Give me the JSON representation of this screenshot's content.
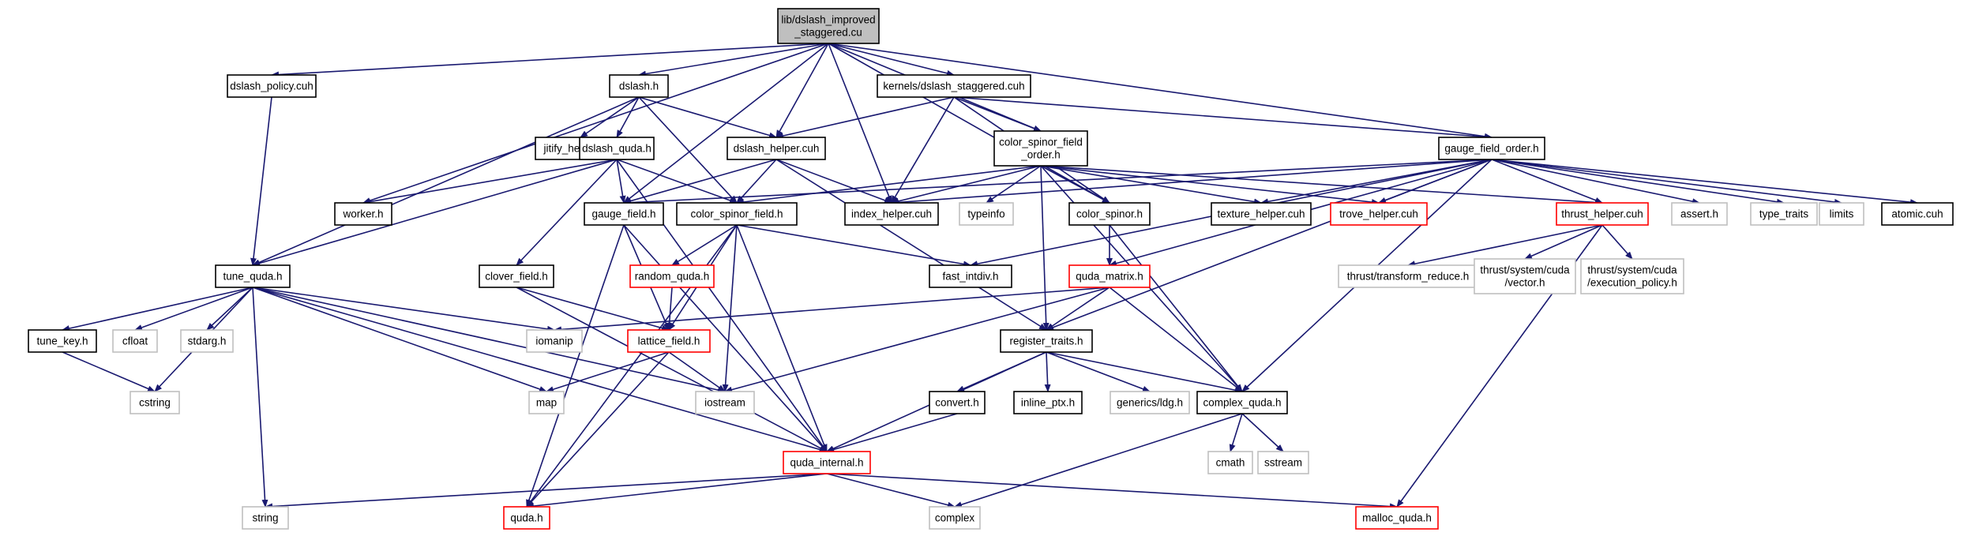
{
  "graph_title": "lib/dslash_improved_staggered.cu",
  "colors": {
    "edge": "#191970",
    "root_fill": "#bfbfbf",
    "node_fill": "#ffffff",
    "normal_border": "#000000",
    "truncated_border": "#ff0000",
    "system_border": "#bfbfbf"
  },
  "nodes": [
    {
      "id": "root",
      "label": [
        "lib/dslash_improved",
        "_staggered.cu"
      ],
      "kind": "root"
    },
    {
      "id": "dslash_policy",
      "label": [
        "dslash_policy.cuh"
      ],
      "kind": "normal"
    },
    {
      "id": "dslash_h",
      "label": [
        "dslash.h"
      ],
      "kind": "normal"
    },
    {
      "id": "kernels_dslash_staggered",
      "label": [
        "kernels/dslash_staggered.cuh"
      ],
      "kind": "normal"
    },
    {
      "id": "color_spinor_field_order",
      "label": [
        "color_spinor_field",
        "_order.h"
      ],
      "kind": "normal"
    },
    {
      "id": "gauge_field_order",
      "label": [
        "gauge_field_order.h"
      ],
      "kind": "normal"
    },
    {
      "id": "jitify_helper",
      "label": [
        "jitify_helper.cuh"
      ],
      "kind": "normal"
    },
    {
      "id": "dslash_quda",
      "label": [
        "dslash_quda.h"
      ],
      "kind": "normal"
    },
    {
      "id": "dslash_helper",
      "label": [
        "dslash_helper.cuh"
      ],
      "kind": "normal"
    },
    {
      "id": "worker",
      "label": [
        "worker.h"
      ],
      "kind": "normal"
    },
    {
      "id": "gauge_field",
      "label": [
        "gauge_field.h"
      ],
      "kind": "normal"
    },
    {
      "id": "color_spinor_field",
      "label": [
        "color_spinor_field.h"
      ],
      "kind": "normal"
    },
    {
      "id": "index_helper",
      "label": [
        "index_helper.cuh"
      ],
      "kind": "normal"
    },
    {
      "id": "typeinfo",
      "label": [
        "typeinfo"
      ],
      "kind": "system"
    },
    {
      "id": "color_spinor",
      "label": [
        "color_spinor.h"
      ],
      "kind": "normal"
    },
    {
      "id": "texture_helper",
      "label": [
        "texture_helper.cuh"
      ],
      "kind": "normal"
    },
    {
      "id": "trove_helper",
      "label": [
        "trove_helper.cuh"
      ],
      "kind": "truncated"
    },
    {
      "id": "thrust_helper",
      "label": [
        "thrust_helper.cuh"
      ],
      "kind": "truncated"
    },
    {
      "id": "assert_h",
      "label": [
        "assert.h"
      ],
      "kind": "system"
    },
    {
      "id": "type_traits",
      "label": [
        "type_traits"
      ],
      "kind": "system"
    },
    {
      "id": "limits",
      "label": [
        "limits"
      ],
      "kind": "system"
    },
    {
      "id": "atomic",
      "label": [
        "atomic.cuh"
      ],
      "kind": "normal"
    },
    {
      "id": "tune_quda",
      "label": [
        "tune_quda.h"
      ],
      "kind": "normal"
    },
    {
      "id": "clover_field",
      "label": [
        "clover_field.h"
      ],
      "kind": "normal"
    },
    {
      "id": "random_quda",
      "label": [
        "random_quda.h"
      ],
      "kind": "truncated"
    },
    {
      "id": "fast_intdiv",
      "label": [
        "fast_intdiv.h"
      ],
      "kind": "normal"
    },
    {
      "id": "quda_matrix",
      "label": [
        "quda_matrix.h"
      ],
      "kind": "truncated"
    },
    {
      "id": "thrust_transform_reduce",
      "label": [
        "thrust/transform_reduce.h"
      ],
      "kind": "system"
    },
    {
      "id": "thrust_vector",
      "label": [
        "thrust/system/cuda",
        "/vector.h"
      ],
      "kind": "system"
    },
    {
      "id": "thrust_execution_policy",
      "label": [
        "thrust/system/cuda",
        "/execution_policy.h"
      ],
      "kind": "system"
    },
    {
      "id": "tune_key",
      "label": [
        "tune_key.h"
      ],
      "kind": "normal"
    },
    {
      "id": "cfloat",
      "label": [
        "cfloat"
      ],
      "kind": "system"
    },
    {
      "id": "stdarg",
      "label": [
        "stdarg.h"
      ],
      "kind": "system"
    },
    {
      "id": "iomanip",
      "label": [
        "iomanip"
      ],
      "kind": "system"
    },
    {
      "id": "lattice_field",
      "label": [
        "lattice_field.h"
      ],
      "kind": "truncated"
    },
    {
      "id": "register_traits",
      "label": [
        "register_traits.h"
      ],
      "kind": "normal"
    },
    {
      "id": "cstring",
      "label": [
        "cstring"
      ],
      "kind": "system"
    },
    {
      "id": "map",
      "label": [
        "map"
      ],
      "kind": "system"
    },
    {
      "id": "iostream",
      "label": [
        "iostream"
      ],
      "kind": "system"
    },
    {
      "id": "convert",
      "label": [
        "convert.h"
      ],
      "kind": "normal"
    },
    {
      "id": "inline_ptx",
      "label": [
        "inline_ptx.h"
      ],
      "kind": "normal"
    },
    {
      "id": "generics_ldg",
      "label": [
        "generics/ldg.h"
      ],
      "kind": "system"
    },
    {
      "id": "complex_quda",
      "label": [
        "complex_quda.h"
      ],
      "kind": "normal"
    },
    {
      "id": "cmath",
      "label": [
        "cmath"
      ],
      "kind": "system"
    },
    {
      "id": "sstream",
      "label": [
        "sstream"
      ],
      "kind": "system"
    },
    {
      "id": "quda_internal",
      "label": [
        "quda_internal.h"
      ],
      "kind": "truncated"
    },
    {
      "id": "string",
      "label": [
        "string"
      ],
      "kind": "system"
    },
    {
      "id": "quda_h",
      "label": [
        "quda.h"
      ],
      "kind": "truncated"
    },
    {
      "id": "complex",
      "label": [
        "complex"
      ],
      "kind": "system"
    },
    {
      "id": "malloc_quda",
      "label": [
        "malloc_quda.h"
      ],
      "kind": "truncated"
    }
  ],
  "edges": [
    [
      "root",
      "dslash_policy"
    ],
    [
      "root",
      "dslash_h"
    ],
    [
      "root",
      "kernels_dslash_staggered"
    ],
    [
      "root",
      "color_spinor_field_order"
    ],
    [
      "root",
      "gauge_field_order"
    ],
    [
      "root",
      "worker"
    ],
    [
      "root",
      "gauge_field"
    ],
    [
      "root",
      "dslash_helper"
    ],
    [
      "root",
      "index_helper"
    ],
    [
      "root",
      "color_spinor"
    ],
    [
      "dslash_policy",
      "tune_quda"
    ],
    [
      "dslash_h",
      "jitify_helper"
    ],
    [
      "dslash_h",
      "dslash_quda"
    ],
    [
      "dslash_h",
      "dslash_helper"
    ],
    [
      "dslash_h",
      "color_spinor_field"
    ],
    [
      "dslash_h",
      "tune_quda"
    ],
    [
      "kernels_dslash_staggered",
      "dslash_helper"
    ],
    [
      "kernels_dslash_staggered",
      "index_helper"
    ],
    [
      "kernels_dslash_staggered",
      "color_spinor_field_order"
    ],
    [
      "kernels_dslash_staggered",
      "gauge_field_order"
    ],
    [
      "kernels_dslash_staggered",
      "color_spinor"
    ],
    [
      "dslash_quda",
      "worker"
    ],
    [
      "dslash_quda",
      "gauge_field"
    ],
    [
      "dslash_quda",
      "color_spinor_field"
    ],
    [
      "dslash_quda",
      "clover_field"
    ],
    [
      "dslash_quda",
      "tune_quda"
    ],
    [
      "dslash_quda",
      "quda_internal"
    ],
    [
      "dslash_helper",
      "gauge_field"
    ],
    [
      "dslash_helper",
      "color_spinor_field"
    ],
    [
      "dslash_helper",
      "index_helper"
    ],
    [
      "dslash_helper",
      "register_traits"
    ],
    [
      "color_spinor_field_order",
      "color_spinor_field"
    ],
    [
      "color_spinor_field_order",
      "index_helper"
    ],
    [
      "color_spinor_field_order",
      "typeinfo"
    ],
    [
      "color_spinor_field_order",
      "color_spinor"
    ],
    [
      "color_spinor_field_order",
      "texture_helper"
    ],
    [
      "color_spinor_field_order",
      "trove_helper"
    ],
    [
      "color_spinor_field_order",
      "thrust_helper"
    ],
    [
      "color_spinor_field_order",
      "register_traits"
    ],
    [
      "color_spinor_field_order",
      "complex_quda"
    ],
    [
      "gauge_field_order",
      "gauge_field"
    ],
    [
      "gauge_field_order",
      "index_helper"
    ],
    [
      "gauge_field_order",
      "texture_helper"
    ],
    [
      "gauge_field_order",
      "trove_helper"
    ],
    [
      "gauge_field_order",
      "thrust_helper"
    ],
    [
      "gauge_field_order",
      "assert_h"
    ],
    [
      "gauge_field_order",
      "type_traits"
    ],
    [
      "gauge_field_order",
      "limits"
    ],
    [
      "gauge_field_order",
      "atomic"
    ],
    [
      "gauge_field_order",
      "fast_intdiv"
    ],
    [
      "gauge_field_order",
      "quda_matrix"
    ],
    [
      "gauge_field_order",
      "register_traits"
    ],
    [
      "gauge_field_order",
      "complex_quda"
    ],
    [
      "gauge_field",
      "lattice_field"
    ],
    [
      "gauge_field",
      "quda_internal"
    ],
    [
      "gauge_field",
      "quda_h"
    ],
    [
      "color_spinor_field",
      "random_quda"
    ],
    [
      "color_spinor_field",
      "lattice_field"
    ],
    [
      "color_spinor_field",
      "fast_intdiv"
    ],
    [
      "color_spinor_field",
      "iostream"
    ],
    [
      "color_spinor_field",
      "quda_internal"
    ],
    [
      "color_spinor_field",
      "quda_h"
    ],
    [
      "color_spinor",
      "quda_matrix"
    ],
    [
      "color_spinor",
      "complex_quda"
    ],
    [
      "thrust_helper",
      "thrust_transform_reduce"
    ],
    [
      "thrust_helper",
      "thrust_vector"
    ],
    [
      "thrust_helper",
      "thrust_execution_policy"
    ],
    [
      "thrust_helper",
      "malloc_quda"
    ],
    [
      "tune_quda",
      "tune_key"
    ],
    [
      "tune_quda",
      "cfloat"
    ],
    [
      "tune_quda",
      "stdarg"
    ],
    [
      "tune_quda",
      "iomanip"
    ],
    [
      "tune_quda",
      "cstring"
    ],
    [
      "tune_quda",
      "map"
    ],
    [
      "tune_quda",
      "iostream"
    ],
    [
      "tune_quda",
      "string"
    ],
    [
      "tune_quda",
      "quda_internal"
    ],
    [
      "clover_field",
      "lattice_field"
    ],
    [
      "clover_field",
      "quda_internal"
    ],
    [
      "random_quda",
      "lattice_field"
    ],
    [
      "quda_matrix",
      "iomanip"
    ],
    [
      "quda_matrix",
      "iostream"
    ],
    [
      "quda_matrix",
      "register_traits"
    ],
    [
      "quda_matrix",
      "complex_quda"
    ],
    [
      "tune_key",
      "cstring"
    ],
    [
      "lattice_field",
      "map"
    ],
    [
      "lattice_field",
      "iostream"
    ],
    [
      "lattice_field",
      "quda_h"
    ],
    [
      "register_traits",
      "convert"
    ],
    [
      "register_traits",
      "inline_ptx"
    ],
    [
      "register_traits",
      "generics_ldg"
    ],
    [
      "register_traits",
      "complex_quda"
    ],
    [
      "register_traits",
      "quda_internal"
    ],
    [
      "convert",
      "quda_internal"
    ],
    [
      "complex_quda",
      "cmath"
    ],
    [
      "complex_quda",
      "sstream"
    ],
    [
      "complex_quda",
      "complex"
    ],
    [
      "quda_internal",
      "string"
    ],
    [
      "quda_internal",
      "quda_h"
    ],
    [
      "quda_internal",
      "complex"
    ],
    [
      "quda_internal",
      "malloc_quda"
    ]
  ]
}
